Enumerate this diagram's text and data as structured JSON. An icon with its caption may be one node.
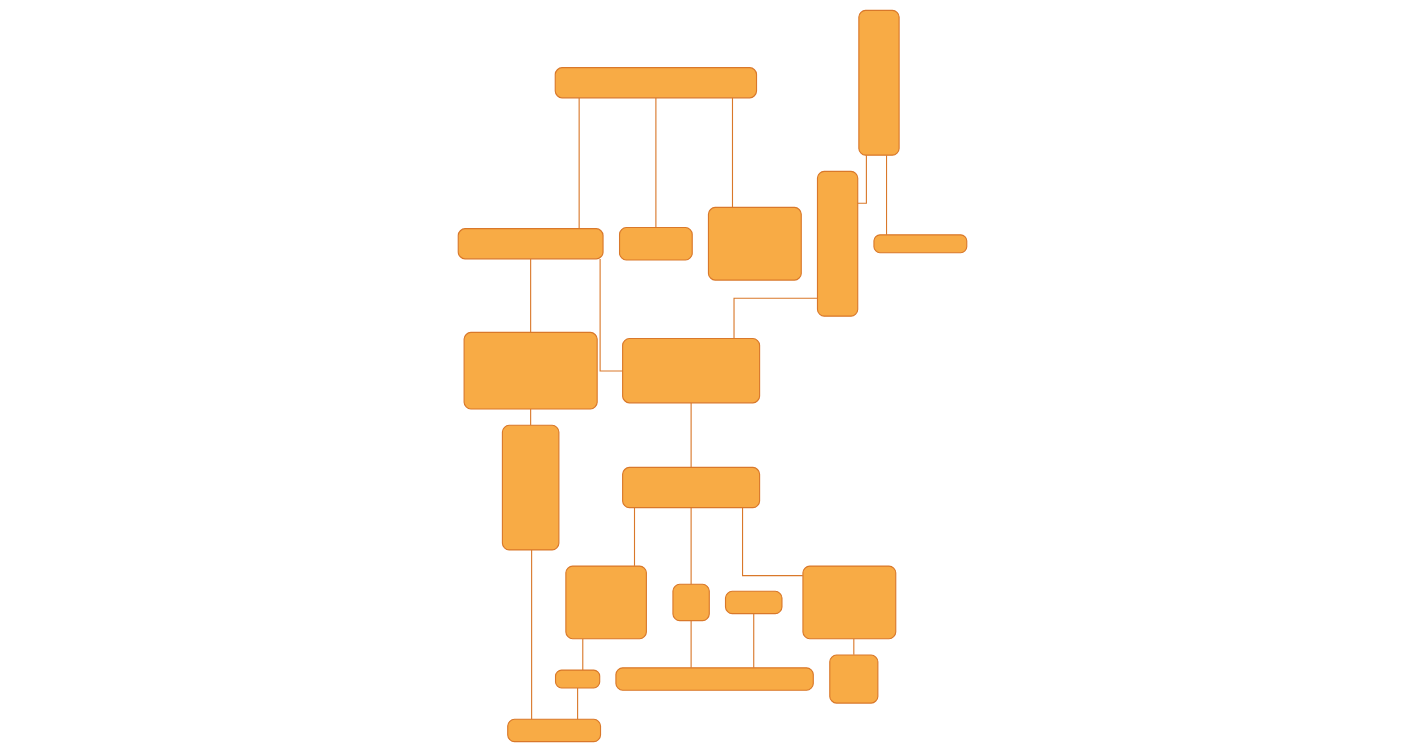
{
  "diagram": {
    "nodes": [
      {
        "text": [],
        "shape": "box"
      },
      {
        "text": [],
        "shape": "box"
      },
      {
        "text": [],
        "shape": "box"
      },
      {
        "text": [],
        "shape": "box"
      },
      {
        "text": [],
        "shape": "box"
      },
      {
        "text": [],
        "shape": "box"
      },
      {
        "text": [],
        "shape": "box"
      },
      {
        "text": [],
        "shape": "box"
      },
      {
        "text": [],
        "shape": "box"
      },
      {
        "text": [],
        "shape": "box"
      },
      {
        "text": [],
        "shape": "box"
      },
      {
        "text": [],
        "shape": "box"
      },
      {
        "text": [],
        "shape": "box"
      },
      {
        "text": [],
        "shape": "box"
      },
      {
        "text": [],
        "shape": "box"
      },
      {
        "text": [],
        "shape": "box"
      },
      {
        "text": [],
        "shape": "box"
      },
      {
        "text": [],
        "shape": "box"
      },
      {
        "text": [],
        "shape": "box"
      }
    ],
    "edges": [
      {
        "from": 0,
        "to": 1,
        "arrow": "none"
      },
      {
        "from": 1,
        "to": 2,
        "arrow": "none"
      },
      {
        "from": 0,
        "to": 3,
        "arrow": "none"
      },
      {
        "from": 0,
        "to": 9,
        "arrow": "none"
      },
      {
        "from": 1,
        "to": 6,
        "arrow": "none"
      },
      {
        "from": 4,
        "to": 5,
        "arrow": "none"
      },
      {
        "from": 5,
        "to": 6,
        "arrow": "none"
      },
      {
        "from": 2,
        "to": 8,
        "arrow": "none"
      },
      {
        "from": 6,
        "to": 10,
        "arrow": "none"
      },
      {
        "from": 10,
        "to": 7,
        "arrow": "none"
      },
      {
        "from": 10,
        "to": 12,
        "arrow": "none"
      },
      {
        "from": 10,
        "to": 13,
        "arrow": "none"
      },
      {
        "from": 7,
        "to": 11,
        "arrow": "none"
      },
      {
        "from": 4,
        "to": 14,
        "arrow": "none"
      },
      {
        "from": 12,
        "to": 17,
        "arrow": "none"
      },
      {
        "from": 13,
        "to": 15,
        "arrow": "none"
      },
      {
        "from": 16,
        "to": 17,
        "arrow": "none"
      },
      {
        "from": 11,
        "to": 18,
        "arrow": "none"
      },
      {
        "from": 8,
        "to": 18,
        "arrow": "none"
      }
    ]
  }
}
